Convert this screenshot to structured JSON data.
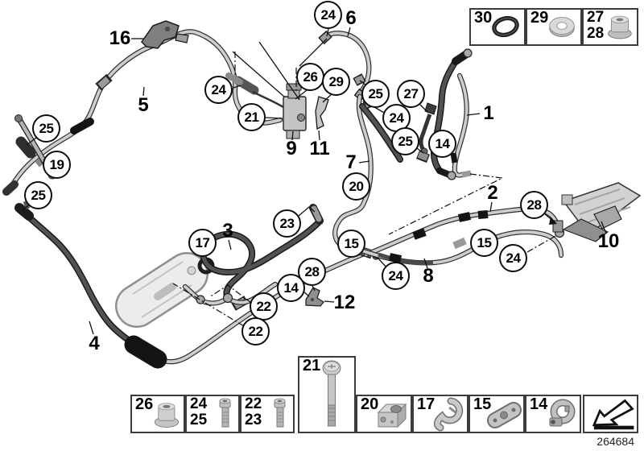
{
  "figure": {
    "number": "264684"
  },
  "colors": {
    "background": "#ffffff",
    "outline": "#1a1a1a",
    "metal_light": "#cdcdcd",
    "metal_mid": "#a8a8a8",
    "hose_dark": "#525252",
    "rubber_black": "#141414"
  },
  "callouts": [
    {
      "text": "24"
    },
    {
      "text": "26"
    },
    {
      "text": "29"
    },
    {
      "text": "24"
    },
    {
      "text": "21"
    },
    {
      "text": "25"
    },
    {
      "text": "27"
    },
    {
      "text": "24"
    },
    {
      "text": "25"
    },
    {
      "text": "14"
    },
    {
      "text": "25"
    },
    {
      "text": "19"
    },
    {
      "text": "25"
    },
    {
      "text": "20"
    },
    {
      "text": "28"
    },
    {
      "text": "24"
    },
    {
      "text": "17"
    },
    {
      "text": "23"
    },
    {
      "text": "15"
    },
    {
      "text": "15"
    },
    {
      "text": "28"
    },
    {
      "text": "14"
    },
    {
      "text": "24"
    },
    {
      "text": "22"
    },
    {
      "text": "22"
    }
  ],
  "labels": [
    {
      "text": "6"
    },
    {
      "text": "16"
    },
    {
      "text": "5"
    },
    {
      "text": "9"
    },
    {
      "text": "11"
    },
    {
      "text": "1"
    },
    {
      "text": "7"
    },
    {
      "text": "2"
    },
    {
      "text": "10"
    },
    {
      "text": "3"
    },
    {
      "text": "12"
    },
    {
      "text": "8"
    },
    {
      "text": "4"
    }
  ],
  "legend_top": {
    "boxes": [
      {
        "labels": [
          "30"
        ],
        "icon": "o-ring"
      },
      {
        "labels": [
          "29"
        ],
        "icon": "washer"
      },
      {
        "labels": [
          "27",
          "28"
        ],
        "icon": "flange-nut"
      }
    ]
  },
  "legend_bottom": {
    "boxes": [
      {
        "labels": [
          "26"
        ],
        "icon": "flange-nut"
      },
      {
        "labels": [
          "24",
          "25"
        ],
        "icon": "socket-bolt"
      },
      {
        "labels": [
          "22",
          "23"
        ],
        "icon": "socket-bolt"
      },
      {
        "labels": [
          "21"
        ],
        "icon": "long-bolt"
      },
      {
        "labels": [
          "20"
        ],
        "icon": "clamp-block"
      },
      {
        "labels": [
          "17"
        ],
        "icon": "hose-clip"
      },
      {
        "labels": [
          "15"
        ],
        "icon": "line-clamp"
      },
      {
        "labels": [
          "14"
        ],
        "icon": "ring-clamp"
      },
      {
        "labels": [],
        "icon": "direction-arrow"
      }
    ]
  }
}
